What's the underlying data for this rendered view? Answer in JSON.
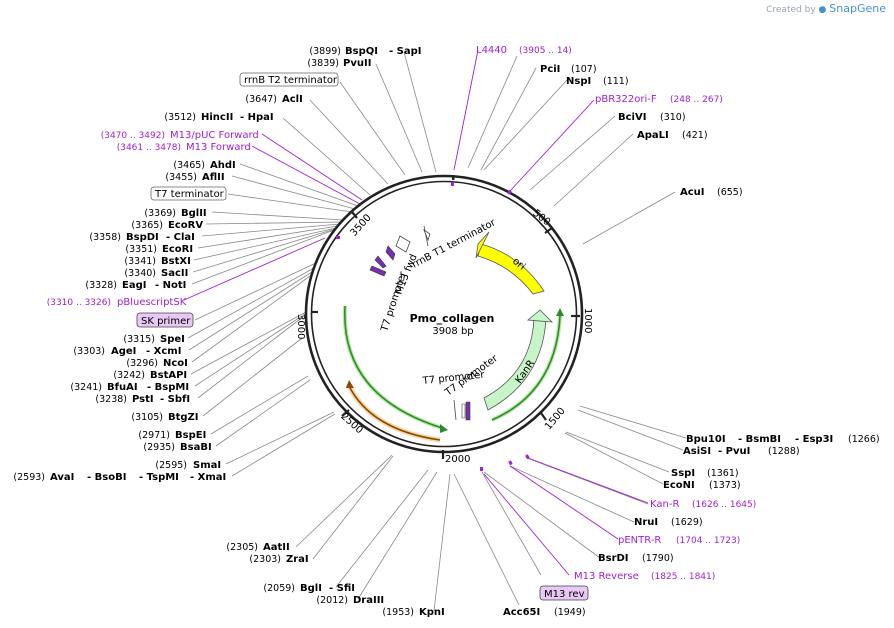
{
  "credit": {
    "prefix": "Created by",
    "brand": "SnapGene"
  },
  "plasmid": {
    "name": "Pmo_collagen",
    "length": "3908 bp"
  },
  "ticks": [
    "500",
    "1000",
    "1500",
    "2000",
    "2500",
    "3000",
    "3500"
  ],
  "colors": {
    "primer": "#a020d0",
    "ori": "#ffff00",
    "kanr": "#c8f5c8",
    "ampr": "#f5b860",
    "green": "#2e8b2e"
  },
  "features": [
    {
      "name": "ori",
      "color": "#ffff00"
    },
    {
      "name": "KanR",
      "color": "#c8f5c8"
    },
    {
      "name": "rrnB T1 terminator"
    },
    {
      "name": "M13 fwd"
    },
    {
      "name": "T7 promoter",
      "copy": 1
    },
    {
      "name": "T7 promoter",
      "copy": 2
    },
    {
      "name": "T7 promoter",
      "copy": 3
    }
  ],
  "top_labels": {
    "bspqi": {
      "pos": "(3899)",
      "enz": "BspQI",
      "sep": "- SapI"
    },
    "pvuii": {
      "pos": "(3839)",
      "enz": "PvuII"
    },
    "rrnbt2": "rrnB T2 terminator",
    "acli": {
      "pos": "(3647)",
      "enz": "AclI"
    },
    "hincii": {
      "pos": "(3512)",
      "enz": "HincII",
      "sep": "- HpaI"
    },
    "m13puc": {
      "pos": "(3470 .. 3492)",
      "name": "M13/pUC Forward"
    },
    "m13f": {
      "pos": "(3461 .. 3478)",
      "name": "M13 Forward"
    },
    "ahdi": {
      "pos": "(3465)",
      "enz": "AhdI"
    },
    "aflii": {
      "pos": "(3455)",
      "enz": "AflII"
    },
    "t7term": "T7 terminator",
    "bglii": {
      "pos": "(3369)",
      "enz": "BglII"
    },
    "ecorv": {
      "pos": "(3365)",
      "enz": "EcoRV"
    },
    "bspdi": {
      "pos": "(3358)",
      "enz": "BspDI",
      "sep": "- ClaI"
    },
    "ecori": {
      "pos": "(3351)",
      "enz": "EcoRI"
    },
    "bstxi": {
      "pos": "(3341)",
      "enz": "BstXI"
    },
    "sacii": {
      "pos": "(3340)",
      "enz": "SacII"
    },
    "eagi": {
      "pos": "(3328)",
      "enz": "EagI",
      "sep": "- NotI"
    },
    "pbsk": {
      "pos": "(3310 .. 3326)",
      "name": "pBluescriptSK"
    },
    "skprimer": "SK primer",
    "spei": {
      "pos": "(3315)",
      "enz": "SpeI"
    },
    "agei": {
      "pos": "(3303)",
      "enz": "AgeI",
      "sep": "- XcmI"
    },
    "ncoi": {
      "pos": "(3296)",
      "enz": "NcoI"
    },
    "bstapi": {
      "pos": "(3242)",
      "enz": "BstAPI"
    },
    "bfuai": {
      "pos": "(3241)",
      "enz": "BfuAI",
      "sep": "- BspMI"
    },
    "psti": {
      "pos": "(3238)",
      "enz": "PstI",
      "sep": "- SbfI"
    },
    "btgzi": {
      "pos": "(3105)",
      "enz": "BtgZI"
    },
    "bspei": {
      "pos": "(2971)",
      "enz": "BspEI"
    },
    "bsabi": {
      "pos": "(2935)",
      "enz": "BsaBI"
    },
    "smai": {
      "pos": "(2595)",
      "enz": "SmaI"
    },
    "avai": {
      "pos": "(2593)",
      "enz": "AvaI",
      "sep1": "- BsoBI",
      "sep2": "- TspMI",
      "sep3": "- XmaI"
    },
    "aatii": {
      "pos": "(2305)",
      "enz": "AatII"
    },
    "zrai": {
      "pos": "(2303)",
      "enz": "ZraI"
    },
    "bgli": {
      "pos": "(2059)",
      "enz": "BglI",
      "sep": "- SfiI"
    },
    "draiii": {
      "pos": "(2012)",
      "enz": "DraIII"
    },
    "kpni": {
      "pos": "(1953)",
      "enz": "KpnI"
    },
    "acc65i": {
      "enz": "Acc65I",
      "pos": "(1949)"
    },
    "m13rev": "M13 rev",
    "m13reverse": {
      "name": "M13 Reverse",
      "pos": "(1825 .. 1841)"
    },
    "bsrdi": {
      "enz": "BsrDI",
      "pos": "(1790)"
    },
    "pentr": {
      "name": "pENTR-R",
      "pos": "(1704 .. 1723)"
    },
    "nrui": {
      "enz": "NruI",
      "pos": "(1629)"
    },
    "kanrp": {
      "name": "Kan-R",
      "pos": "(1626 .. 1645)"
    },
    "econi": {
      "enz": "EcoNI",
      "pos": "(1373)"
    },
    "sspi": {
      "enz": "SspI",
      "pos": "(1361)"
    },
    "asisi": {
      "enz": "AsiSI",
      "sep": "- PvuI",
      "pos": "(1288)"
    },
    "bpu10i": {
      "enz": "Bpu10I",
      "sep1": "- BsmBI",
      "sep2": "- Esp3I",
      "pos": "(1266)"
    },
    "acui": {
      "enz": "AcuI",
      "pos": "(655)"
    },
    "apali": {
      "enz": "ApaLI",
      "pos": "(421)"
    },
    "bcivi": {
      "enz": "BciVI",
      "pos": "(310)"
    },
    "pbr322": {
      "name": "pBR322ori-F",
      "pos": "(248 .. 267)"
    },
    "nspi": {
      "enz": "NspI",
      "pos": "(111)"
    },
    "pcii": {
      "enz": "PciI",
      "pos": "(107)"
    },
    "l4440": {
      "name": "L4440",
      "pos": "(3905 .. 14)"
    }
  }
}
